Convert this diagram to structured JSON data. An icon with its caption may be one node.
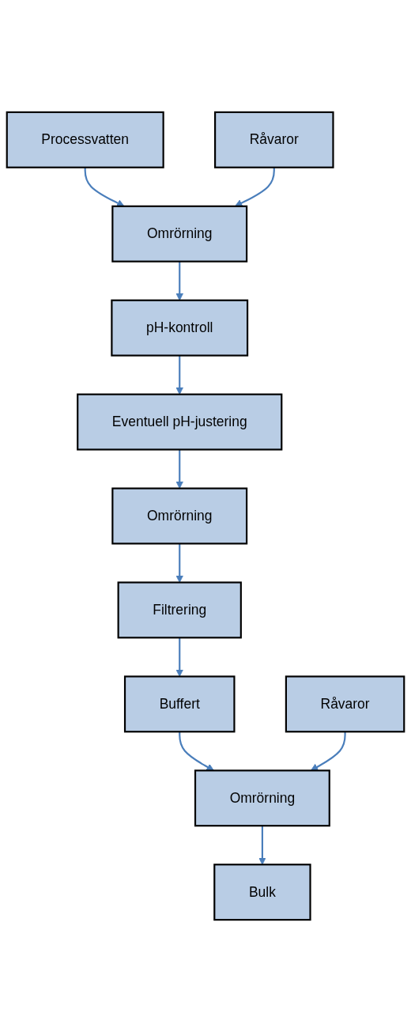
{
  "diagram": {
    "nodes": [
      {
        "text": [
          "Processvatten"
        ]
      },
      {
        "text": [
          "Råvaror"
        ]
      },
      {
        "text": [
          "Omrörning"
        ]
      },
      {
        "text": [
          "pH-kontroll"
        ]
      },
      {
        "text": [
          "Eventuell pH-justering"
        ]
      },
      {
        "text": [
          "Omrörning"
        ]
      },
      {
        "text": [
          "Filtrering"
        ]
      },
      {
        "text": [
          "Buffert"
        ]
      },
      {
        "text": [
          "Råvaror"
        ]
      },
      {
        "text": [
          "Omrörning"
        ]
      },
      {
        "text": [
          "Bulk"
        ]
      }
    ],
    "edges": [
      {
        "from": 0,
        "to": 2,
        "arrow": "to"
      },
      {
        "from": 1,
        "to": 2,
        "arrow": "to"
      },
      {
        "from": 2,
        "to": 3,
        "arrow": "to"
      },
      {
        "from": 3,
        "to": 4,
        "arrow": "to"
      },
      {
        "from": 4,
        "to": 5,
        "arrow": "to"
      },
      {
        "from": 5,
        "to": 6,
        "arrow": "to"
      },
      {
        "from": 6,
        "to": 7,
        "arrow": "to"
      },
      {
        "from": 7,
        "to": 9,
        "arrow": "to"
      },
      {
        "from": 8,
        "to": 9,
        "arrow": "to"
      },
      {
        "from": 9,
        "to": 10,
        "arrow": "to"
      }
    ]
  }
}
